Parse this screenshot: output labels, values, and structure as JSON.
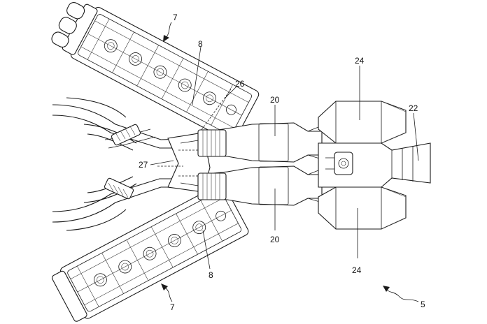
{
  "figure": {
    "reference_numerals": {
      "engine_top": "7",
      "engine_bottom": "7",
      "bank_top": "8",
      "bank_bottom": "8",
      "dashed_ref_a": "26",
      "dashed_ref_b": "27",
      "converter_top": "20",
      "converter_bottom": "20",
      "silencer_top": "24",
      "silencer_bottom": "24",
      "tailpipe": "22",
      "assembly": "5"
    }
  }
}
